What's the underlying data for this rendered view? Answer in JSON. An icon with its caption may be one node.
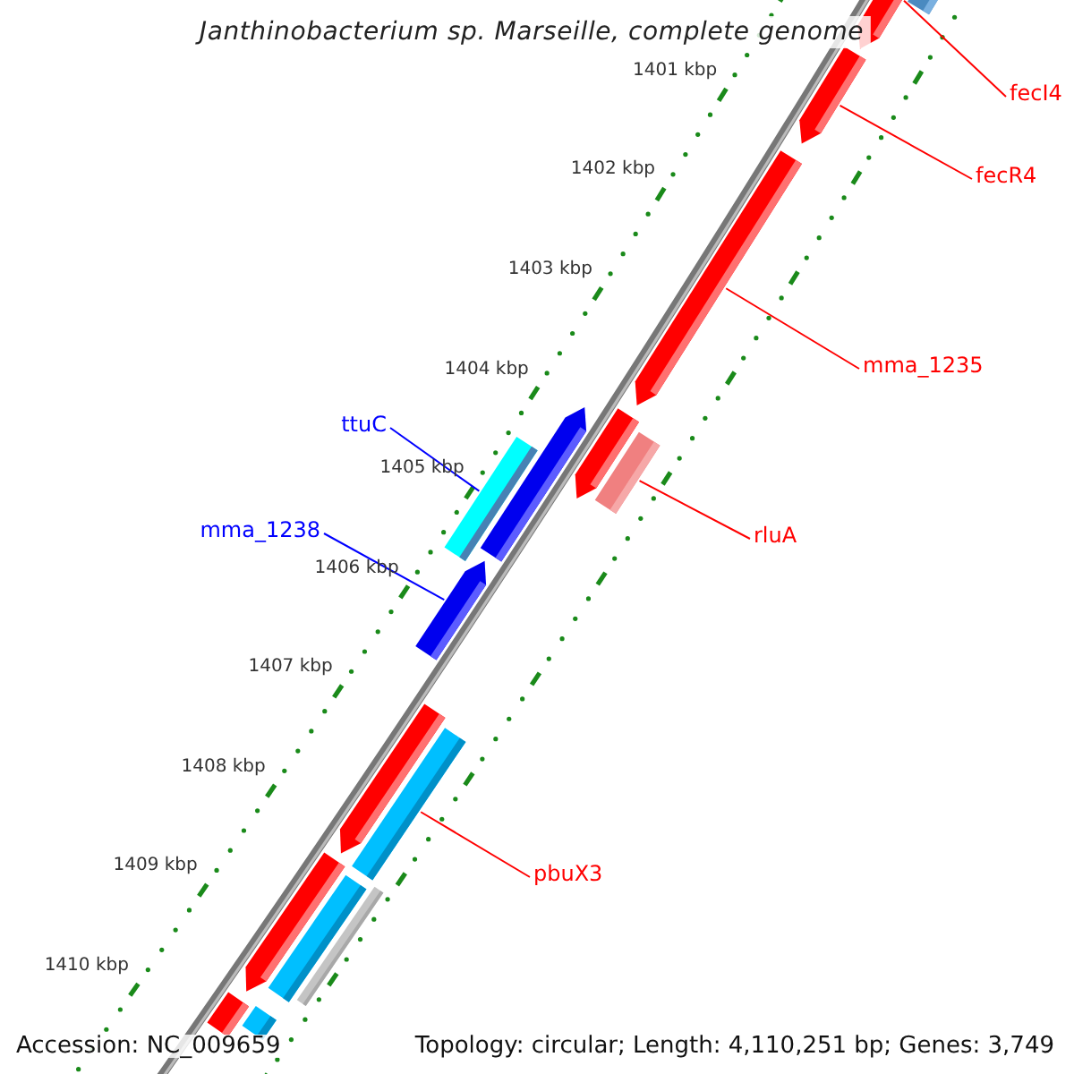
{
  "diagram": {
    "title": "Janthinobacterium sp. Marseille, complete genome",
    "nodes": [
      {
        "text": [
          "fecI4"
        ]
      },
      {
        "text": [
          "fecR4"
        ]
      },
      {
        "text": [
          "mma_1235"
        ]
      },
      {
        "text": [
          "ttuC"
        ]
      },
      {
        "text": [
          "rluA"
        ]
      },
      {
        "text": [
          "mma_1238"
        ]
      },
      {
        "text": [
          "pbuX3"
        ]
      },
      {
        "text": [],
        "shape": "bar"
      },
      {
        "text": [],
        "shape": "arrow"
      },
      {
        "text": [],
        "shape": "arrow"
      },
      {
        "text": [],
        "shape": "arrow"
      },
      {
        "text": [],
        "shape": "arrow"
      },
      {
        "text": [],
        "shape": "bar"
      },
      {
        "text": [],
        "shape": "arrow"
      },
      {
        "text": [],
        "shape": "bar"
      },
      {
        "text": [],
        "shape": "arrow"
      },
      {
        "text": [],
        "shape": "arrow"
      },
      {
        "text": [],
        "shape": "bar"
      },
      {
        "text": [],
        "shape": "arrow"
      },
      {
        "text": [],
        "shape": "bar"
      },
      {
        "text": [],
        "shape": "bar"
      },
      {
        "text": [],
        "shape": "bar"
      },
      {
        "text": [],
        "shape": "bar"
      }
    ],
    "edges": [
      {
        "from": 0,
        "to": 8,
        "arrow": "none"
      },
      {
        "from": 1,
        "to": 9,
        "arrow": "none"
      },
      {
        "from": 2,
        "to": 10,
        "arrow": "none"
      },
      {
        "from": 3,
        "to": 14,
        "arrow": "none",
        "color": "#0000ff"
      },
      {
        "from": 4,
        "to": 12,
        "arrow": "none"
      },
      {
        "from": 5,
        "to": 15,
        "arrow": "none",
        "color": "#0000ff"
      },
      {
        "from": 6,
        "to": 17,
        "arrow": "none"
      }
    ],
    "labels": [
      "1401 kbp",
      "1402 kbp",
      "1403 kbp",
      "1404 kbp",
      "1405 kbp",
      "1406 kbp",
      "1407 kbp",
      "1408 kbp",
      "1409 kbp",
      "1410 kbp",
      "Accession: NC_009659",
      "Topology: circular; Length: 4,110,251 bp; Genes: 3,749"
    ]
  }
}
